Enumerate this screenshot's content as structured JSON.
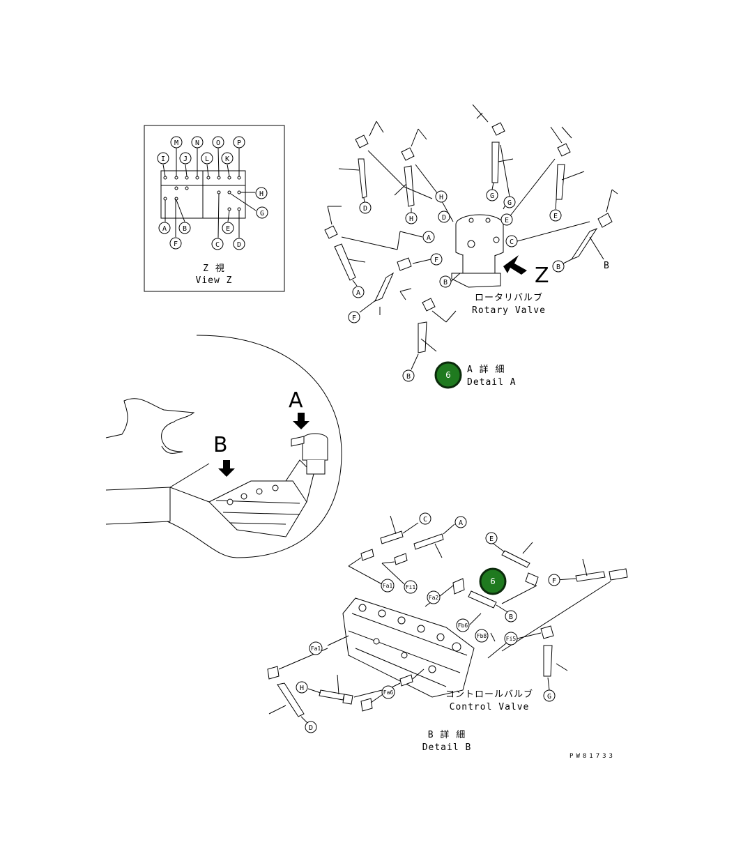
{
  "view_z": {
    "caption_jp": "Z  視",
    "caption_en": "View Z",
    "port_labels": [
      "I",
      "M",
      "J",
      "N",
      "L",
      "O",
      "K",
      "P",
      "H",
      "G",
      "A",
      "B",
      "F",
      "C",
      "E",
      "D"
    ]
  },
  "detail_a": {
    "caption_jp": "A 詳 細",
    "caption_en": "Detail A",
    "component_jp": "ロータリバルブ",
    "component_en": "Rotary Valve",
    "view_arrow_label": "Z",
    "callouts": [
      "D",
      "H",
      "D",
      "H",
      "G",
      "G",
      "E",
      "E",
      "A",
      "C",
      "F",
      "B",
      "B",
      "A",
      "F",
      "B",
      "B"
    ]
  },
  "overview": {
    "label_a": "A",
    "label_b": "B"
  },
  "detail_b": {
    "caption_jp": "B 詳 細",
    "caption_en": "Detail B",
    "component_jp": "コントロールバルブ",
    "component_en": "Control Valve",
    "callouts": [
      "C",
      "A",
      "E",
      "F",
      "B",
      "G",
      "H",
      "D"
    ],
    "port_tags": [
      "Fa1",
      "Fi1",
      "Fa2",
      "Fb6",
      "Fa1",
      "Fb8",
      "Fi5",
      "Fa6"
    ]
  },
  "hotspots": [
    {
      "label": "6"
    },
    {
      "label": "6"
    }
  ],
  "drawing_number": "PW81733",
  "colors": {
    "hotspot_fill": "#1f7a1f",
    "line": "#000000"
  }
}
